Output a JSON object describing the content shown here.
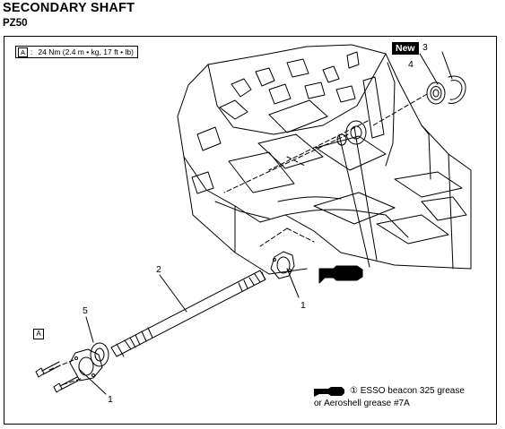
{
  "header": {
    "title": "SECONDARY SHAFT",
    "model": "PZ50"
  },
  "torque_spec": {
    "marker": "A",
    "value": "24 Nm (2.4 m • kg, 17 ft • lb)"
  },
  "badges": {
    "new": "New"
  },
  "callouts": {
    "bearing_retainer_top": "1",
    "bearing_retainer_bottom": "1",
    "secondary_shaft": "2",
    "circlip": "3",
    "oil_seal": "4",
    "bearing": "5",
    "bolt_marker": "A"
  },
  "legend": {
    "line1": "① ESSO beacon 325 grease",
    "line2": "or Aeroshell grease #7A",
    "icon": "grease-gun-icon"
  }
}
